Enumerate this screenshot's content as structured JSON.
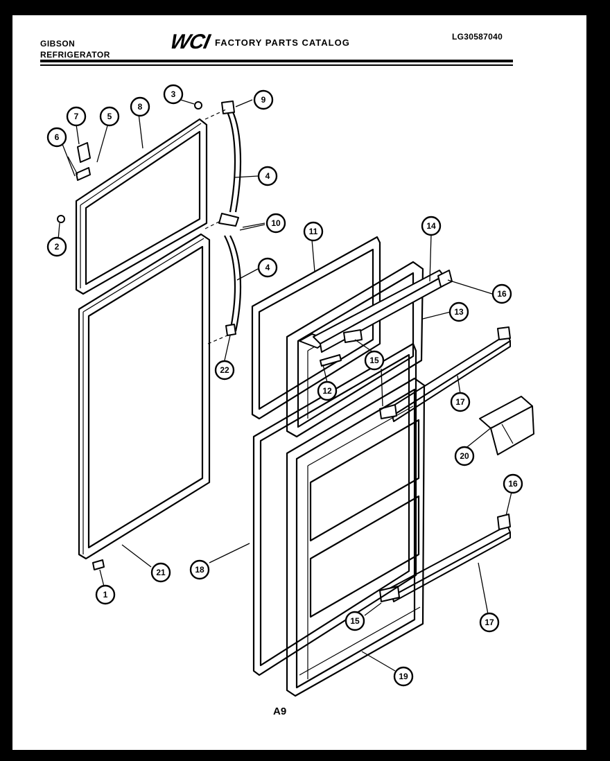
{
  "header": {
    "brand_line1": "GIBSON",
    "brand_line2": "REFRIGERATOR",
    "logo": "WCI",
    "catalog_title": "FACTORY PARTS CATALOG",
    "model_number": "LG30587040"
  },
  "footer": {
    "page_code": "A9"
  },
  "callouts": [
    "1",
    "2",
    "3",
    "4",
    "4",
    "5",
    "6",
    "7",
    "8",
    "9",
    "10",
    "11",
    "12",
    "13",
    "14",
    "15",
    "15",
    "16",
    "16",
    "17",
    "17",
    "18",
    "19",
    "20",
    "21",
    "22"
  ]
}
